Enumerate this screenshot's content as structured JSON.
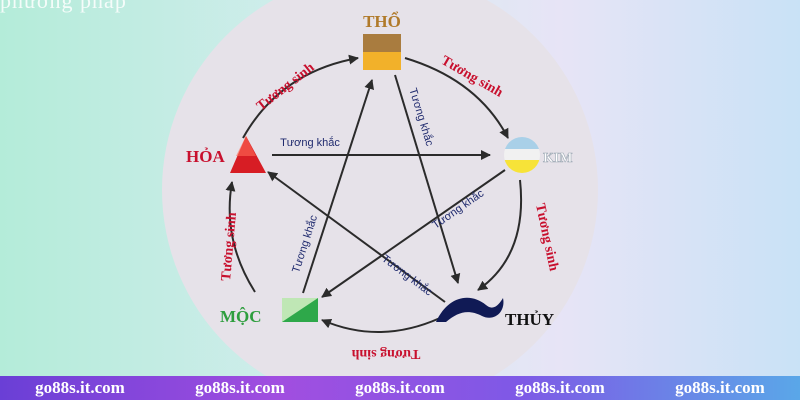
{
  "header_fragment": "phương pháp",
  "elements": {
    "tho": "THỔ",
    "kim": "KIM",
    "thuy": "THỦY",
    "moc": "MỘC",
    "hoa": "HỎA"
  },
  "relations": {
    "generating": "Tương sinh",
    "overcoming": "Tương khắc"
  },
  "colors": {
    "generating": "#c8102e",
    "overcoming": "#1f2a6e",
    "element_label": "#c8102e",
    "moc_label": "#2e9e3e",
    "thuy_label": "#111111"
  },
  "footer": {
    "links": [
      "go88s.it.com",
      "go88s.it.com",
      "go88s.it.com",
      "go88s.it.com",
      "go88s.it.com"
    ]
  }
}
